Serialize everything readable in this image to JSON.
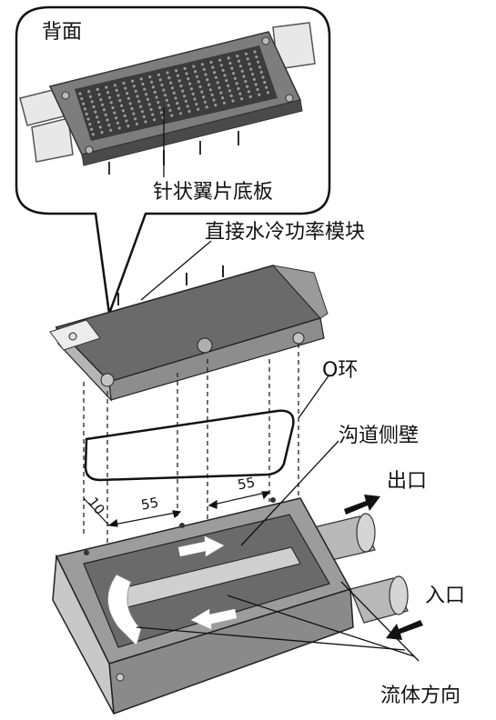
{
  "labels": {
    "back_side": "背面",
    "pin_fin_baseplate": "针状翼片底板",
    "direct_cooled_module": "直接水冷功率模块",
    "o_ring": "O环",
    "channel_sidewall": "沟道侧壁",
    "outlet": "出口",
    "inlet": "入口",
    "fluid_direction": "流体方向"
  },
  "dimensions": {
    "d1": "10",
    "d2": "55",
    "d3": "55"
  },
  "colors": {
    "metal_dark": "#5a5a5a",
    "metal_mid": "#9a9a9a",
    "metal_light": "#d8d8d8",
    "ink": "#111111"
  }
}
